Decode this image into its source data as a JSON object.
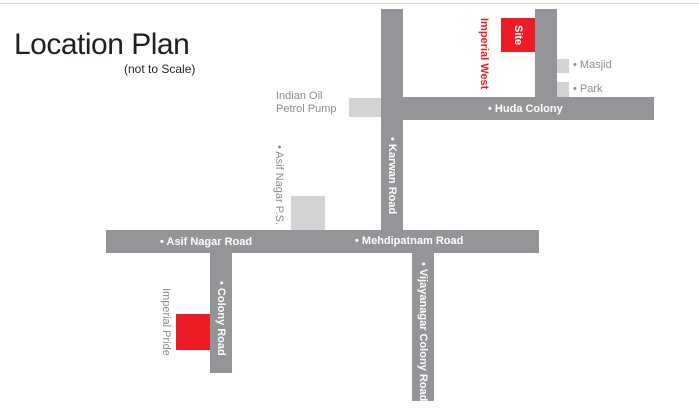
{
  "title": "Location Plan",
  "subtitle": "(not to Scale)",
  "roads": {
    "karwan": "• Karwan Road",
    "huda": "• Huda Colony",
    "asif_nagar": "• Asif Nagar Road",
    "mehdipatnam": "• Mehdipatnam Road",
    "colony": "• Colony Road",
    "vijayanagar": "• Vijayanagar Colony Road"
  },
  "landmarks": {
    "site": "Site",
    "imperial_west": "Imperial West",
    "imperial_pride": "Imperial Pride",
    "masjid": "• Masjid",
    "park": "• Park",
    "petrol_line1": "Indian Oil",
    "petrol_line2": "Petrol Pump",
    "asif_ps": "• Asif Nagar P.S."
  },
  "colors": {
    "road": "#939598",
    "landmark": "#d1d3d4",
    "highlight": "#ed1c24"
  }
}
